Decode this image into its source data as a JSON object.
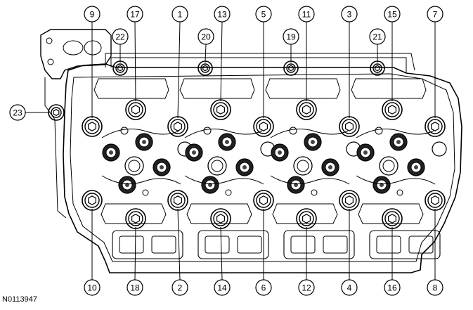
{
  "figure_id": "N0113947",
  "colors": {
    "line": "#000000",
    "background": "#ffffff",
    "fill": "#ffffff"
  },
  "callouts_top": [
    "9",
    "17",
    "1",
    "13",
    "5",
    "11",
    "3",
    "15",
    "7"
  ],
  "callouts_top_inner": [
    "22",
    "20",
    "19",
    "21"
  ],
  "callouts_side": [
    "23"
  ],
  "callouts_bottom": [
    "10",
    "18",
    "2",
    "14",
    "6",
    "12",
    "4",
    "16",
    "8"
  ]
}
